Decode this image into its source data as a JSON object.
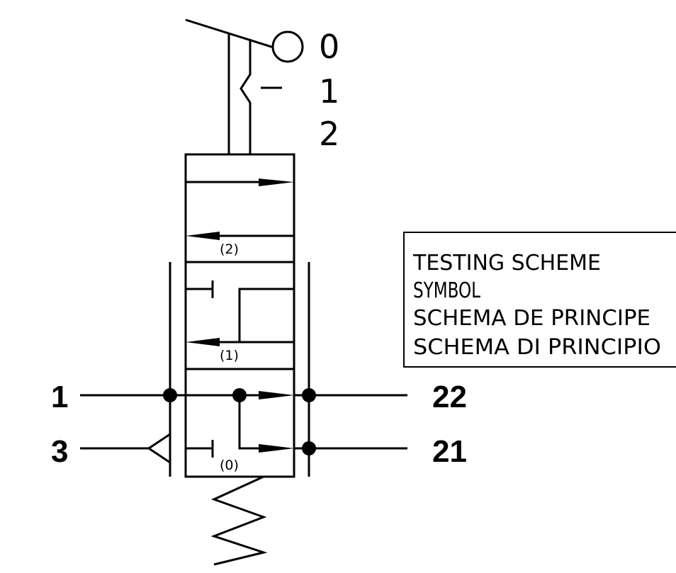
{
  "lever_positions": {
    "pos0": "0",
    "pos1": "1",
    "pos2": "2"
  },
  "block_labels": {
    "block2": "(2)",
    "block1": "(1)",
    "block0": "(0)"
  },
  "ports": {
    "left_top": "1",
    "left_bottom": "3",
    "right_top": "22",
    "right_bottom": "21"
  },
  "legend": {
    "line1": "TESTING SCHEME",
    "line2": "SYMBOL",
    "line3": "SCHEMA DE PRINCIPE",
    "line4": "SCHEMA DI PRINCIPIO"
  }
}
